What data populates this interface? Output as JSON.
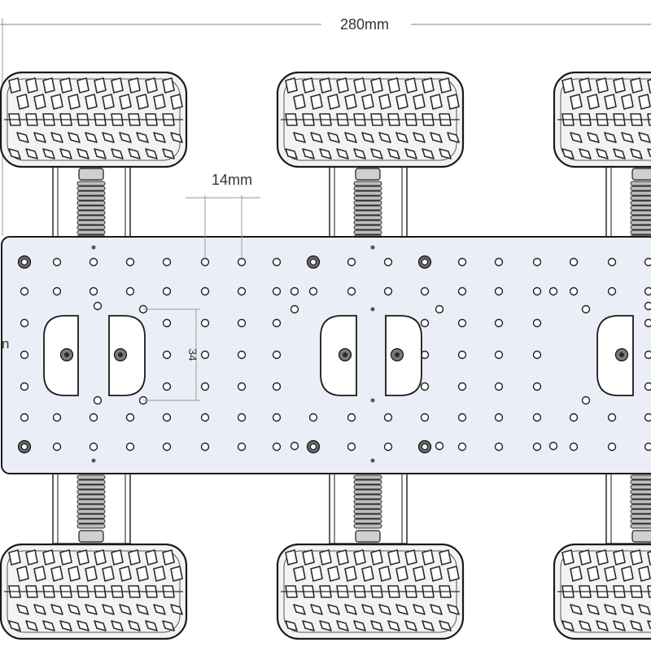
{
  "dimensions": {
    "overall_length": "280mm",
    "hole_spacing": "14mm",
    "slot_pitch": "34",
    "cut_left_label": "n"
  },
  "colors": {
    "plate": "#eceef7",
    "outline": "#1a1a1a",
    "tire": "#f3f3f6",
    "tread": "#2a2a2a",
    "dimension_line": "#9a9a9a",
    "dimension_text": "#333333"
  },
  "parts": {
    "wheel_icon": "wheel-icon",
    "spring_icon": "spring-icon",
    "hole_icon": "hole-icon",
    "slot_icon": "slot-icon"
  }
}
